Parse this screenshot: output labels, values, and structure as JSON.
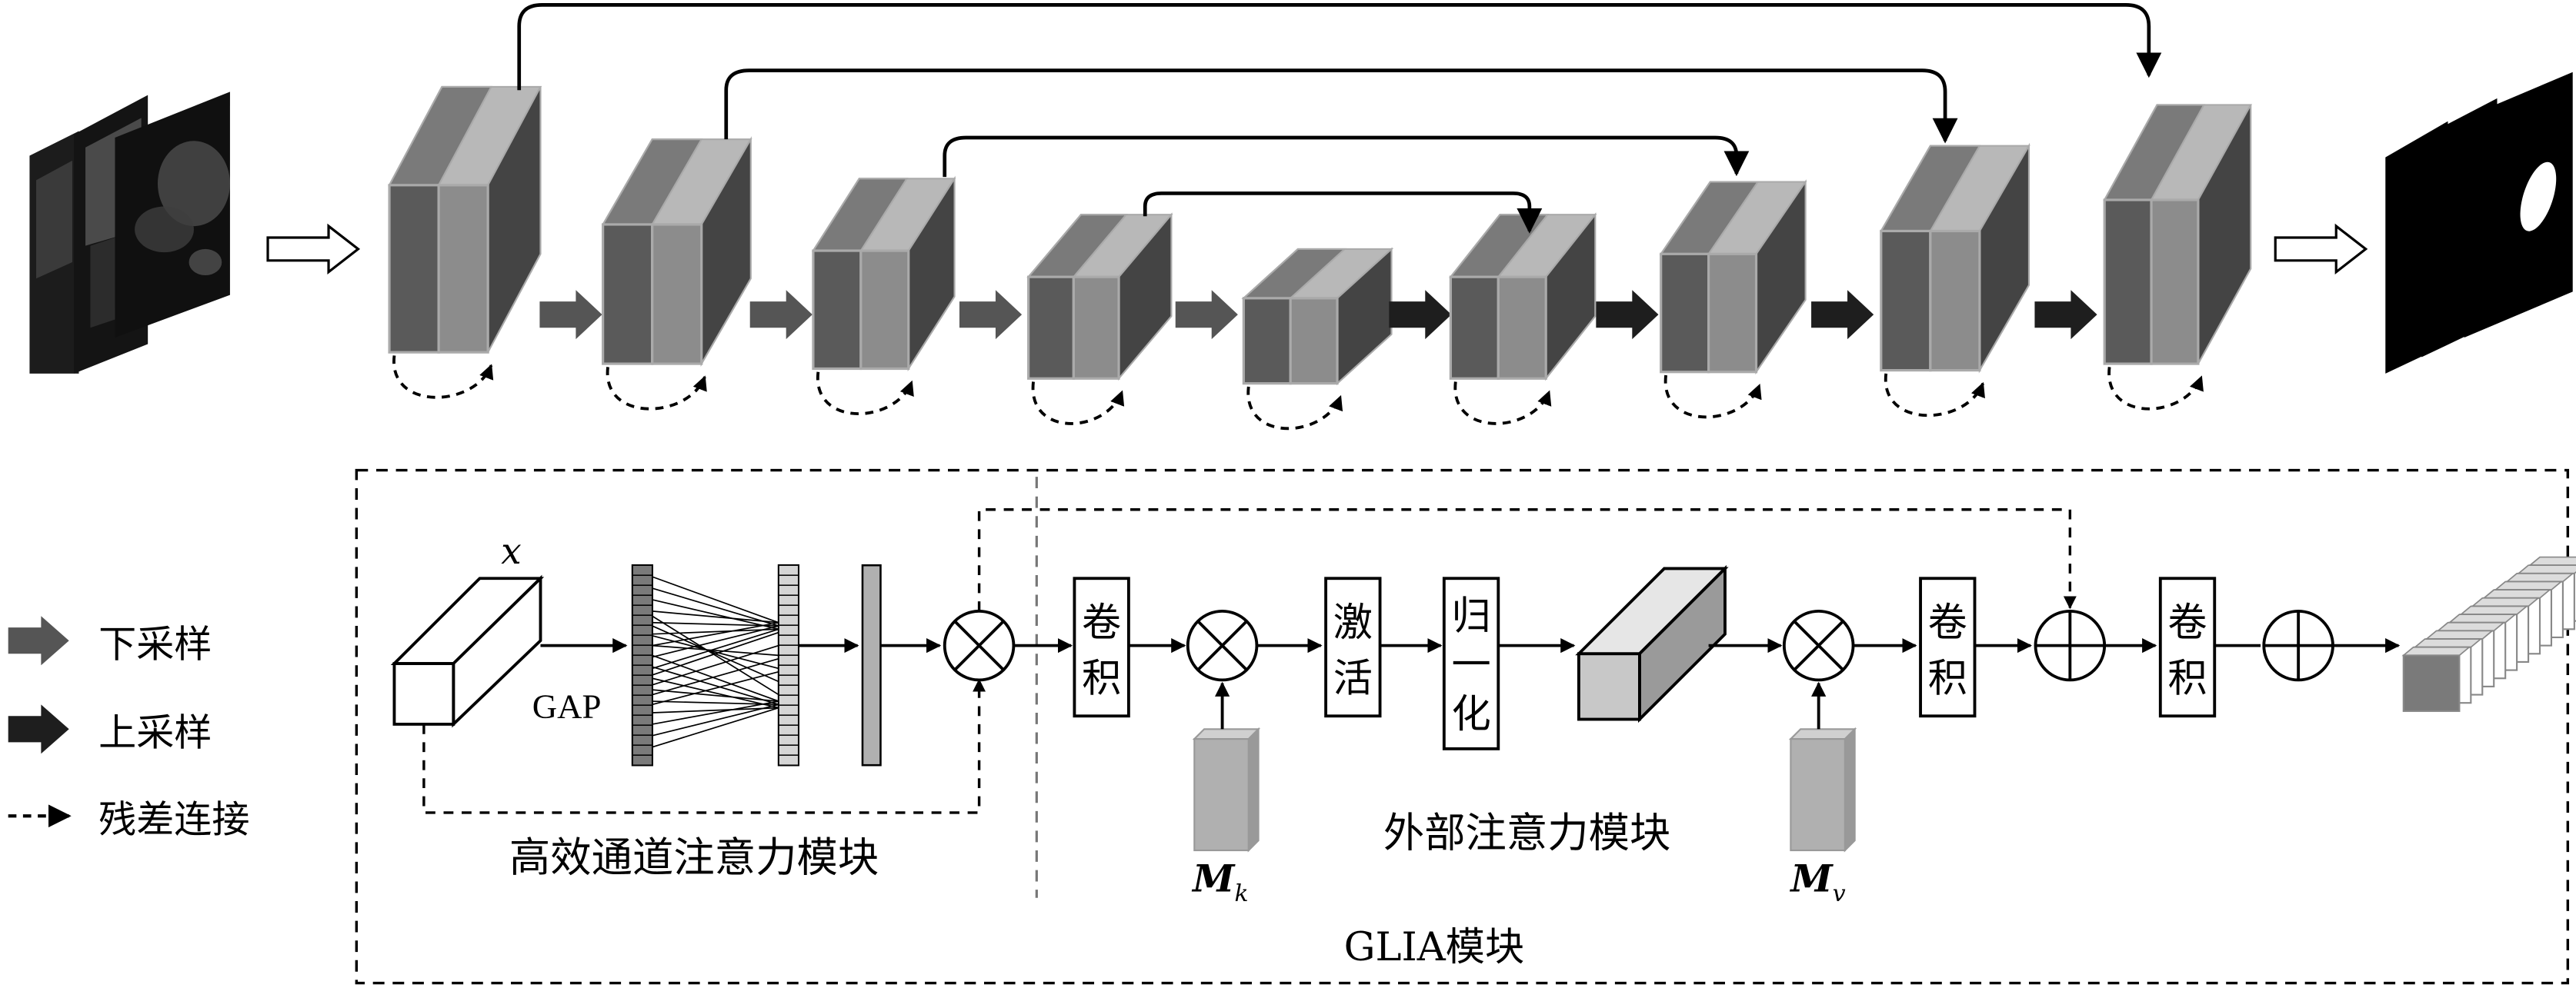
{
  "legend": {
    "downsample": "下采样",
    "upsample": "上采样",
    "residual": "残差连接"
  },
  "glia": {
    "title": "GLIA模块",
    "eca_label": "高效通道注意力模块",
    "ext_label": "外部注意力模块",
    "x_label": "x",
    "gap_label": "GAP",
    "conv1": [
      "卷",
      "积"
    ],
    "activate": [
      "激",
      "活"
    ],
    "normalize": [
      "归",
      "一",
      "化"
    ],
    "conv2": [
      "卷",
      "积"
    ],
    "conv3": [
      "卷",
      "积"
    ],
    "mk_main": "M",
    "mk_sub": "k",
    "mv_main": "M",
    "mv_sub": "v"
  },
  "colors": {
    "block_front_a": "#5a5a5a",
    "block_front_b": "#8c8c8c",
    "block_top": "#b8b8b8",
    "block_side": "#444444",
    "downsample_arrow": "#555555",
    "upsample_arrow": "#1e1e1e",
    "memory_block": "#b0b0b0"
  }
}
